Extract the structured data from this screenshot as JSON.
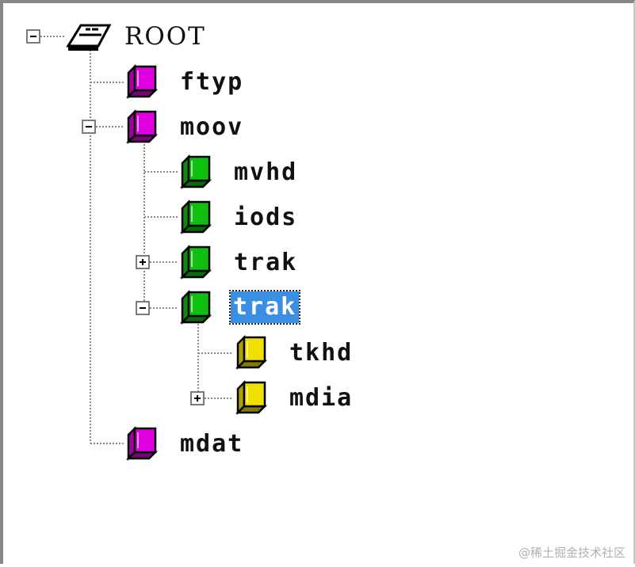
{
  "tree": {
    "root": {
      "label": "ROOT",
      "expanded": true,
      "icon": "drive-icon"
    },
    "nodes": [
      {
        "label": "ftyp",
        "color": "#e000e0",
        "toggle": "none"
      },
      {
        "label": "moov",
        "color": "#e000e0",
        "toggle": "collapse"
      },
      {
        "label": "mvhd",
        "color": "#10c010",
        "toggle": "none"
      },
      {
        "label": "iods",
        "color": "#10c010",
        "toggle": "none"
      },
      {
        "label": "trak",
        "color": "#10c010",
        "toggle": "expand"
      },
      {
        "label": "trak",
        "color": "#10c010",
        "toggle": "collapse",
        "selected": true
      },
      {
        "label": "tkhd",
        "color": "#f0e000",
        "toggle": "none"
      },
      {
        "label": "mdia",
        "color": "#f0e000",
        "toggle": "expand"
      },
      {
        "label": "mdat",
        "color": "#e000e0",
        "toggle": "none"
      }
    ]
  },
  "watermark": "@稀土掘金技术社区"
}
